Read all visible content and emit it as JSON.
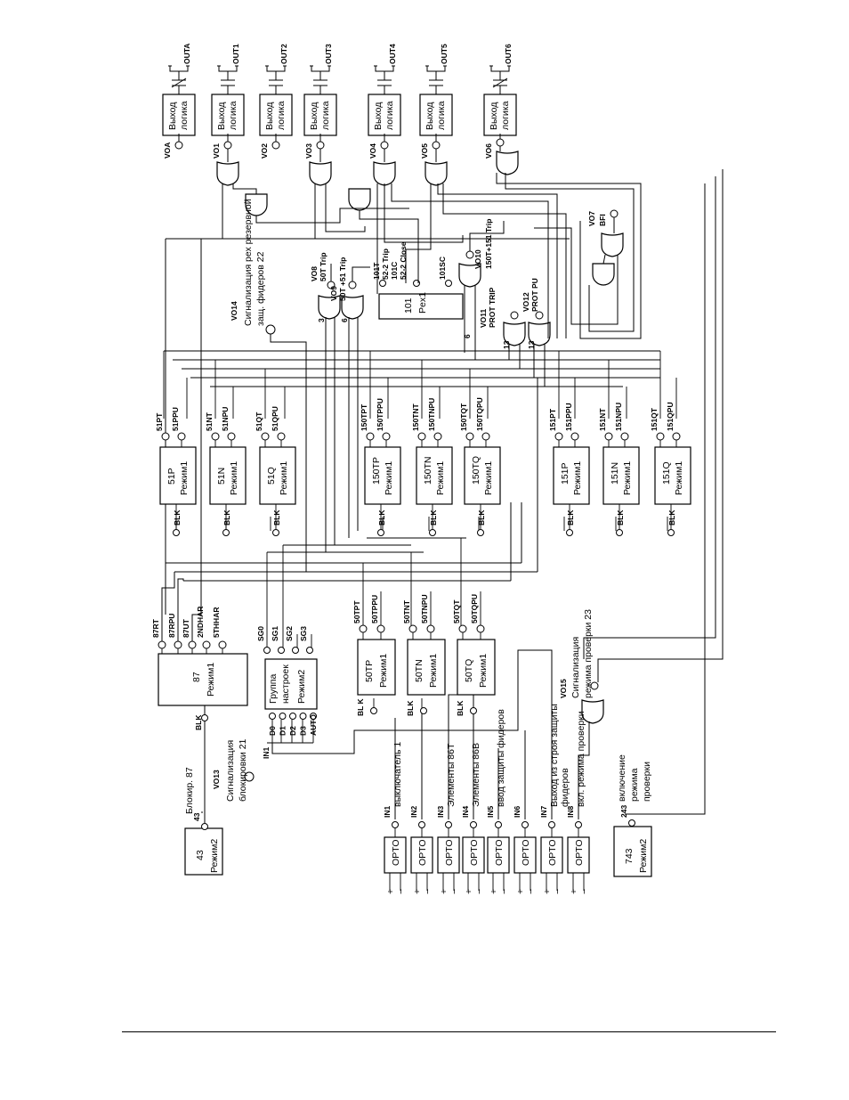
{
  "blocks": {
    "out_logic": "Выход логика",
    "b87": {
      "name": "87",
      "mode": "Режим1"
    },
    "group": {
      "name": "Группа настроек",
      "mode": "Режим2"
    },
    "b43": {
      "name": "43",
      "mode": "Режим2"
    },
    "b743": {
      "name": "743",
      "mode": "Режим2"
    },
    "b101": {
      "name": "101",
      "mode": "Pex1"
    },
    "b50": [
      {
        "name": "50TP",
        "mode": "Режим1"
      },
      {
        "name": "50TN",
        "mode": "Режим1"
      },
      {
        "name": "50TQ",
        "mode": "Режим1"
      }
    ],
    "b51": [
      {
        "name": "51P",
        "mode": "Режим1"
      },
      {
        "name": "51N",
        "mode": "Режим1"
      },
      {
        "name": "51Q",
        "mode": "Режим1"
      }
    ],
    "b150": [
      {
        "name": "150TP",
        "mode": "Режим1"
      },
      {
        "name": "150TN",
        "mode": "Режим1"
      },
      {
        "name": "150TQ",
        "mode": "Режим1"
      }
    ],
    "b151": [
      {
        "name": "151P",
        "mode": "Режим1"
      },
      {
        "name": "151N",
        "mode": "Режим1"
      },
      {
        "name": "151Q",
        "mode": "Режим1"
      }
    ],
    "opto": "OPTO"
  },
  "outputs": [
    "OUTA",
    "OUT1",
    "OUT2",
    "OUT3",
    "OUT4",
    "OUT5",
    "OUT6"
  ],
  "vo_labels": [
    "VOA",
    "VO1",
    "VO2",
    "VO3",
    "VO4",
    "VO5",
    "VO6"
  ],
  "pins": {
    "blk": "BLK",
    "blk_50": "BL K",
    "b87": [
      "87RT",
      "87RPU",
      "87UT",
      "2NDHAR",
      "5THHAR"
    ],
    "group_out": [
      "SG0",
      "SG1",
      "SG2",
      "SG3"
    ],
    "group_in": [
      "D0",
      "D1",
      "D2",
      "D3",
      "AUTO"
    ],
    "b50": [
      [
        "50TPT",
        "50TPPU"
      ],
      [
        "50TNT",
        "50TNPU"
      ],
      [
        "50TQT",
        "50TQPU"
      ]
    ],
    "b51": [
      [
        "51PT",
        "51PPU"
      ],
      [
        "51NT",
        "51NPU"
      ],
      [
        "51QT",
        "51QPU"
      ]
    ],
    "b150": [
      [
        "150TPT",
        "150TPPU"
      ],
      [
        "150TNT",
        "150TNPU"
      ],
      [
        "150TQT",
        "150TQPU"
      ]
    ],
    "b151": [
      [
        "151PT",
        "151PPU"
      ],
      [
        "151NT",
        "151NPU"
      ],
      [
        "151QT",
        "151QPU"
      ]
    ],
    "b101": [
      "101T",
      "101C",
      "101SC"
    ],
    "in1_group": "IN1",
    "b43_out": "43",
    "b743_out": "243"
  },
  "labels": {
    "vo8": "VO8",
    "vo8_text": "50T Trip",
    "vo9": "VO9",
    "vo9_text": "50T +51 Trip",
    "vo10": "VO10",
    "vo10_text": "150T+151 Trip",
    "vo11": "VO11",
    "vo11_text": "PROT TRIP",
    "vo12": "VO12",
    "vo12_text": "PROT PU",
    "vo7": "VO7",
    "vo7_text": "BFI",
    "vo14": "VO14",
    "vo14_text": "Сигнализация рех резервной защ. фидеров 22",
    "vo13": "VO13",
    "vo13_text": "Сигнализация блокировки 21",
    "block87": "Блокир. 87",
    "vo15": "VO15",
    "vo15_text": "Сигнализация режима проверки 23",
    "test_mode": "включение режима проверки",
    "p101_a": "52-2 Trip",
    "p101_b": "52-2 Close",
    "n3": "3",
    "n6": "6",
    "n13": "13"
  },
  "inputs": [
    {
      "pin": "IN1",
      "text": "выключатель 1"
    },
    {
      "pin": "IN2",
      "text": ""
    },
    {
      "pin": "IN3",
      "text": "Элементы 86T"
    },
    {
      "pin": "IN4",
      "text": "Элементы 86B"
    },
    {
      "pin": "IN5",
      "text": "ввод защиты фидеров"
    },
    {
      "pin": "IN6",
      "text": ""
    },
    {
      "pin": "IN7",
      "text": "Выход из строя защиты фидеров"
    },
    {
      "pin": "IN8",
      "text": "вкл. режима проверки"
    }
  ],
  "plus": "+",
  "minus": "−"
}
